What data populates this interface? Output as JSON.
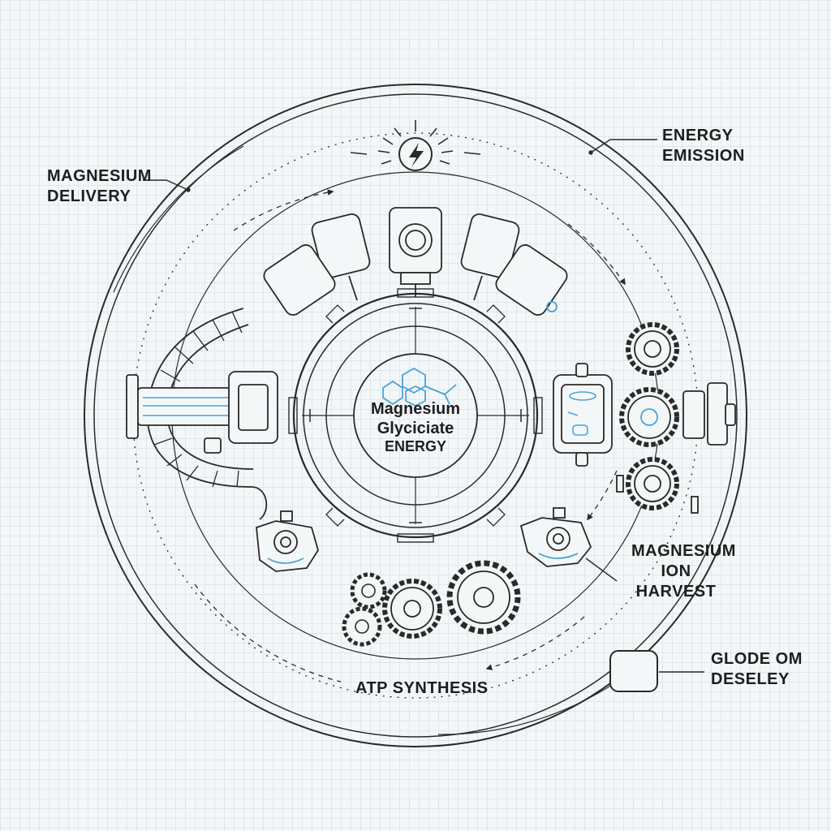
{
  "labels": {
    "magnesium_delivery": [
      "MAGNESIUM",
      "DELIVERY"
    ],
    "energy_emission": [
      "ENERGY",
      "EMISSION"
    ],
    "magnesium_ion_harvest": [
      "MAGNESIUM",
      "ION",
      "HARVEST"
    ],
    "glode_om_deseley": [
      "GLODE OM",
      "DESELEY"
    ],
    "atp_synthesis": "ATP SYNTHESIS"
  },
  "center": [
    "Magnesium",
    "Glyciciate",
    "ENERGY"
  ],
  "icons": {
    "top": "lightning-bolt-icon",
    "center": "molecule-icon"
  },
  "colors": {
    "ink": "#2a2a2a",
    "accent": "#4aa3d8",
    "paper": "#f4f7f8",
    "grid": "#dfe7ec"
  }
}
